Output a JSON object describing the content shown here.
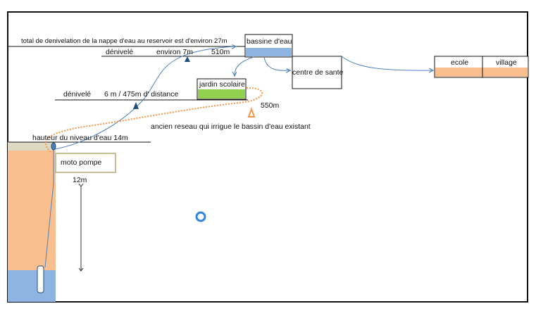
{
  "labels": {
    "total_denivelation": "total de denivelation de la nappe d'eau au reservoir est d'environ 27m",
    "denivele_1": "dénivelé",
    "environ_7m": "environ 7m",
    "dist_510": "510m",
    "bassine": "bassine d'eau",
    "centre_sante": "centre de sante",
    "ecole": "ecole",
    "village": "village",
    "jardin": "jardin scolaire",
    "denivele_2": "dénivelé",
    "distance_6m": "6 m / 475m d' distance",
    "dist_550": "550m",
    "ancien_reseau": "ancien reseau qui irrigue le bassin d'eau existant",
    "hauteur_niveau": "hauteur du niveau d'eau 14m",
    "moto_pompe": "moto pompe",
    "depth_12m": "12m"
  },
  "colors": {
    "soil": "#f9bf8f",
    "soil_top": "#ddd9c3",
    "water": "#8db4e2",
    "garden": "#92d050",
    "pipe": "#4f81bd",
    "old_network": "#f79646",
    "pump_border": "#c4bd97",
    "marker": "#1f4e79",
    "cursor_ring": "#2e86de"
  }
}
